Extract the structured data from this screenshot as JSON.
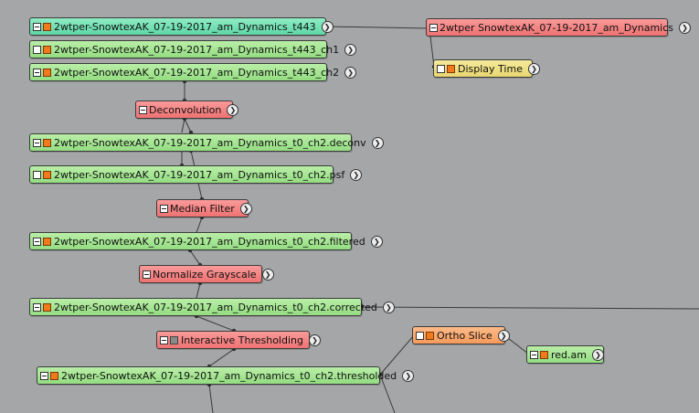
{
  "nodes": {
    "t443": "2wtper-SnowtexAK_07-19-2017_am_Dynamics_t443",
    "t443_ch1": "2wtper-SnowtexAK_07-19-2017_am_Dynamics_t443_ch1",
    "t443_ch2": "2wtper-SnowtexAK_07-19-2017_am_Dynamics_t443_ch2",
    "deconvolution": "Deconvolution",
    "deconv": "2wtper-SnowtexAK_07-19-2017_am_Dynamics_t0_ch2.deconv",
    "psf": "2wtper-SnowtexAK_07-19-2017_am_Dynamics_t0_ch2.psf",
    "median_filter": "Median Filter",
    "filtered": "2wtper-SnowtexAK_07-19-2017_am_Dynamics_t0_ch2.filtered",
    "normalize_grayscale": "Normalize Grayscale",
    "corrected": "2wtper-SnowtexAK_07-19-2017_am_Dynamics_t0_ch2.corrected",
    "interactive_thresholding": "Interactive Thresholding",
    "thresholded": "2wtper-SnowtexAK_07-19-2017_am_Dynamics_t0_ch2.thresholded",
    "dynamics_display": "2wtper SnowtexAK_07-19-2017_am_Dynamics",
    "display_time": "Display Time",
    "ortho_slice": "Ortho Slice",
    "red_am": "red.am"
  },
  "icons": {
    "collapse": "minus-box-icon",
    "visibility": "white-square-icon",
    "module_color": "colored-square-icon",
    "menu": "arrow-circle-icon"
  },
  "colors": {
    "background": "#a4a6a8",
    "data_node": "#a7e695",
    "compute_node": "#f28585",
    "display_node": "#ecdc80",
    "slice_node": "#f9a86e",
    "selected_node": "#76e0b3",
    "wire": "#3a3a3a"
  }
}
